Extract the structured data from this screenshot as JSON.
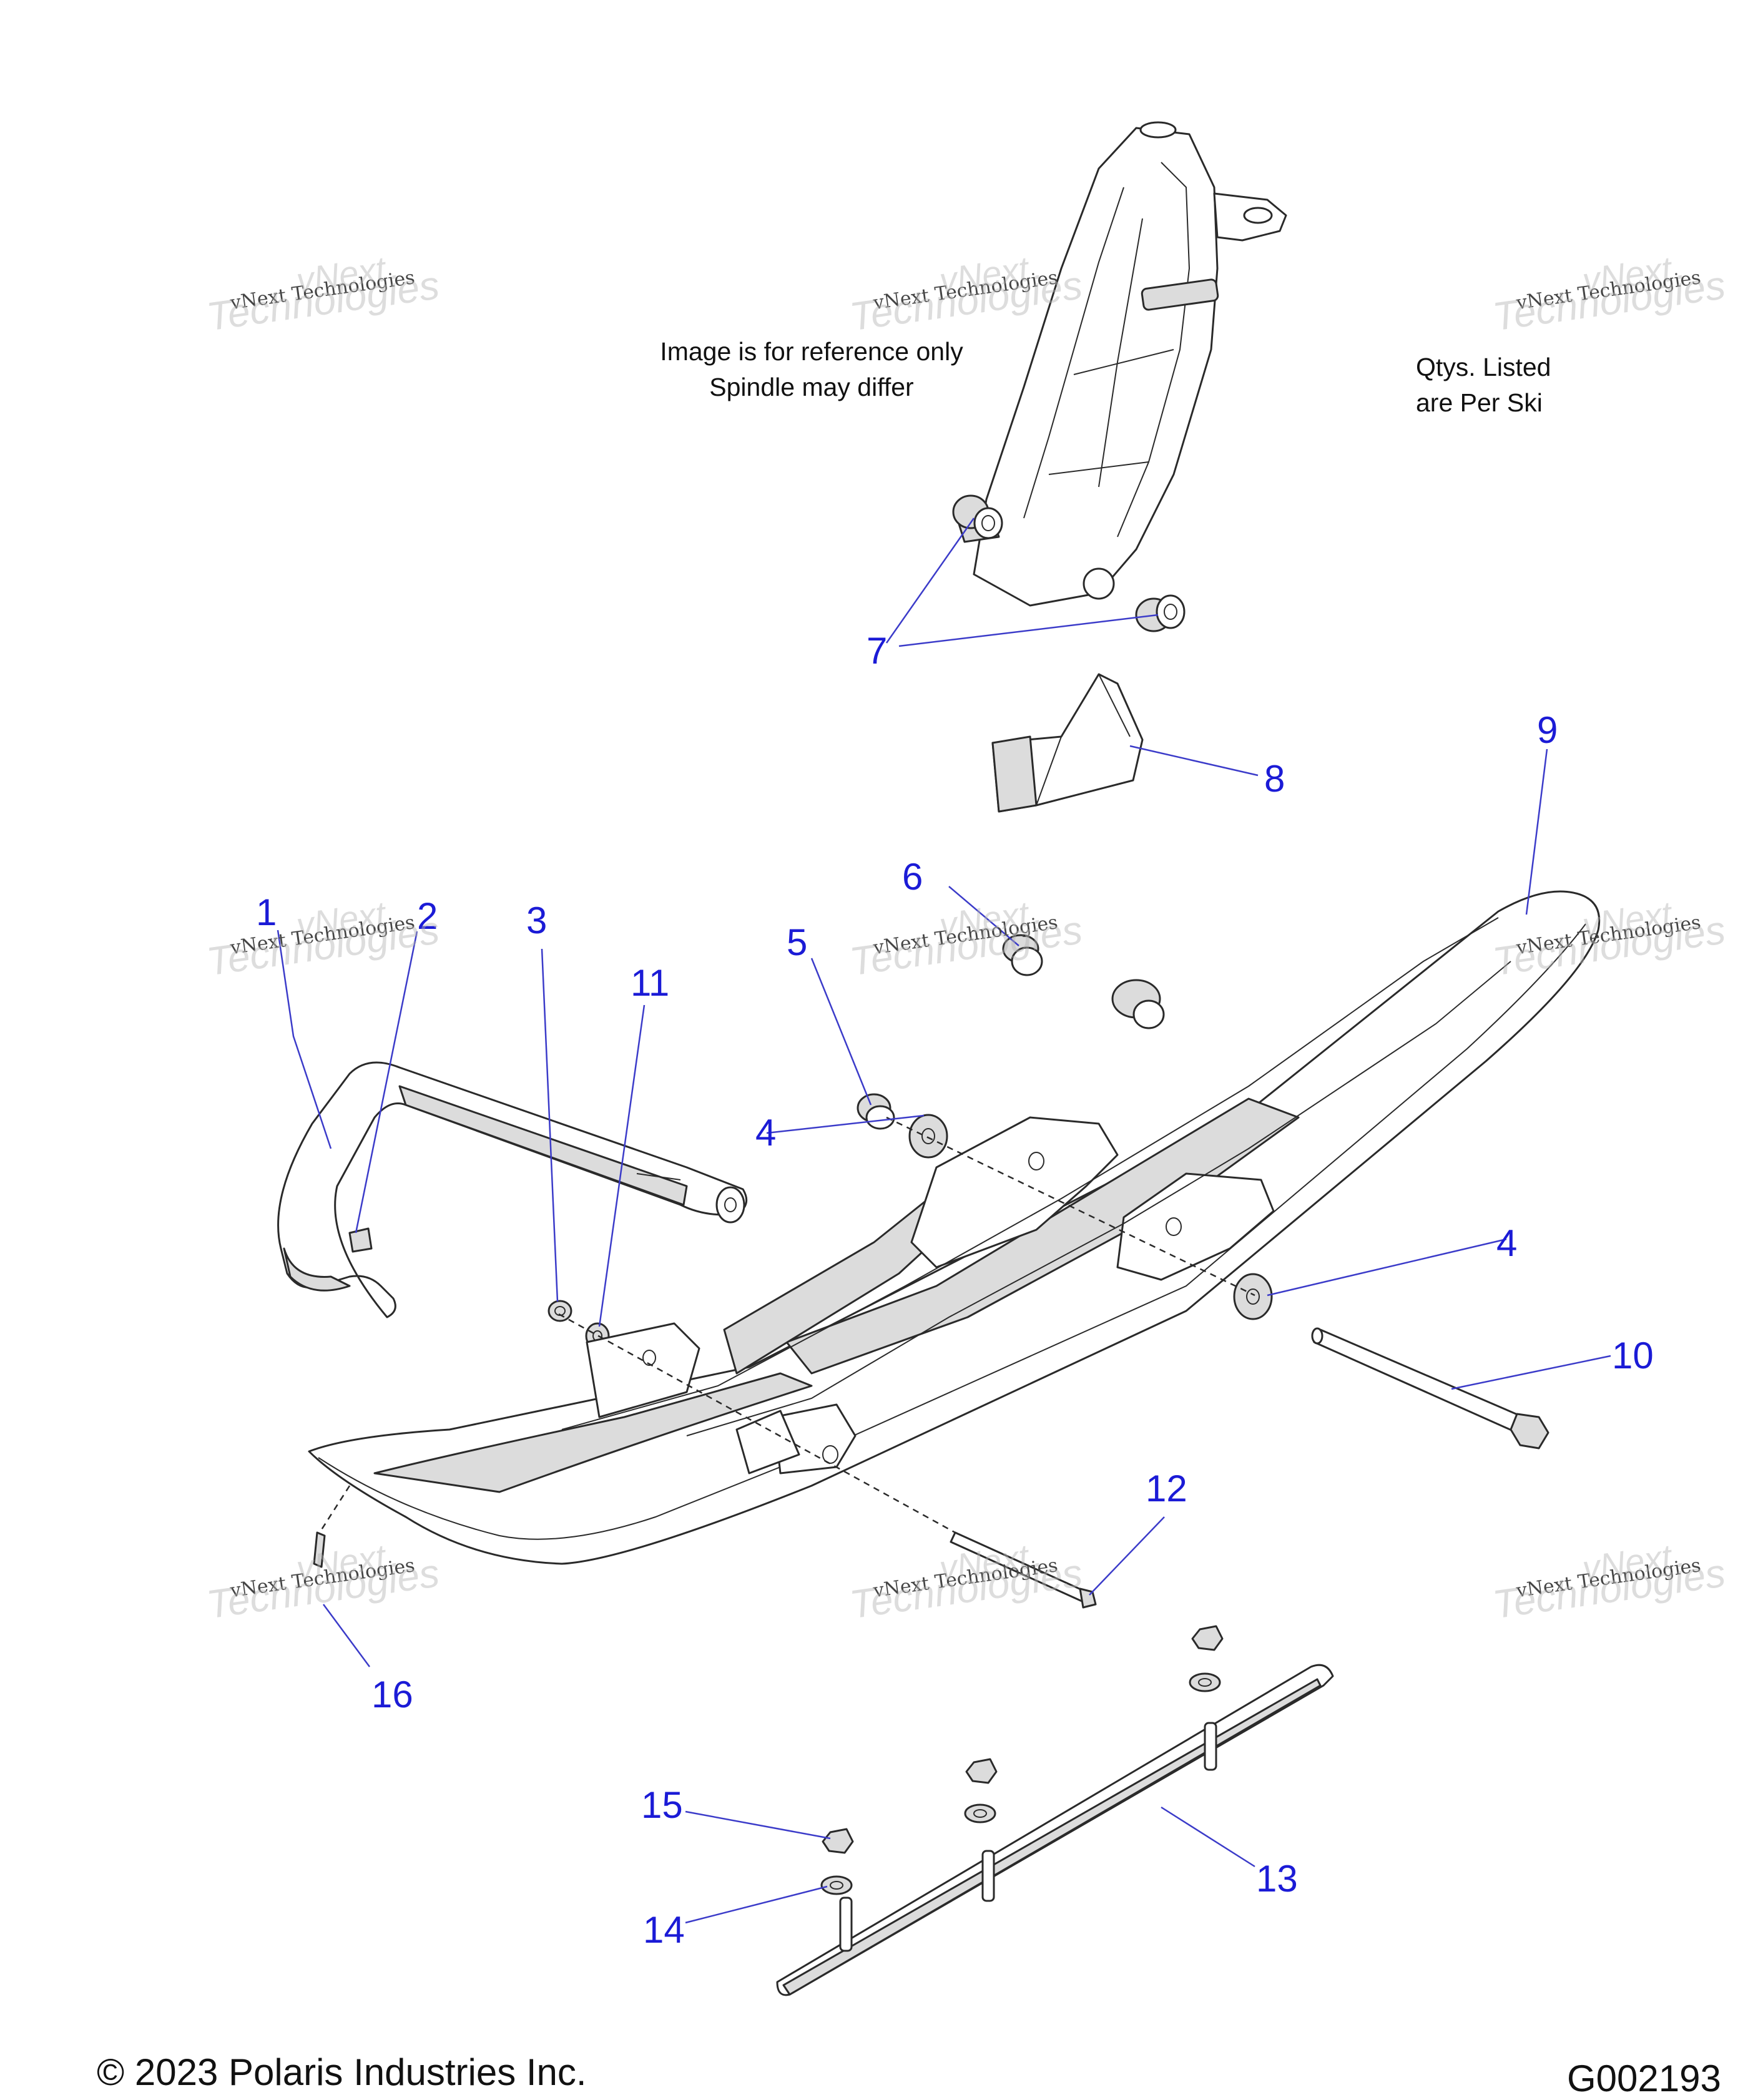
{
  "notes": {
    "reference": [
      "Image is for reference only",
      "Spindle may differ"
    ],
    "qty": [
      "Qtys. Listed",
      "are Per Ski"
    ]
  },
  "watermark": {
    "line1": "vNext Technologies",
    "line2": "Technologies",
    "line3": "vNext"
  },
  "footer": {
    "copyright": "© 2023 Polaris Industries Inc.",
    "figure_id": "G002193"
  },
  "callouts": [
    "1",
    "2",
    "3",
    "4",
    "5",
    "6",
    "7",
    "8",
    "9",
    "10",
    "11",
    "12",
    "13",
    "14",
    "15",
    "16"
  ],
  "colors": {
    "callout": "#1b1bd6",
    "leader": "#3b3bc9",
    "line": "#2a2a2a",
    "fill": "#ffffff",
    "shade": "#dcdcdc"
  }
}
